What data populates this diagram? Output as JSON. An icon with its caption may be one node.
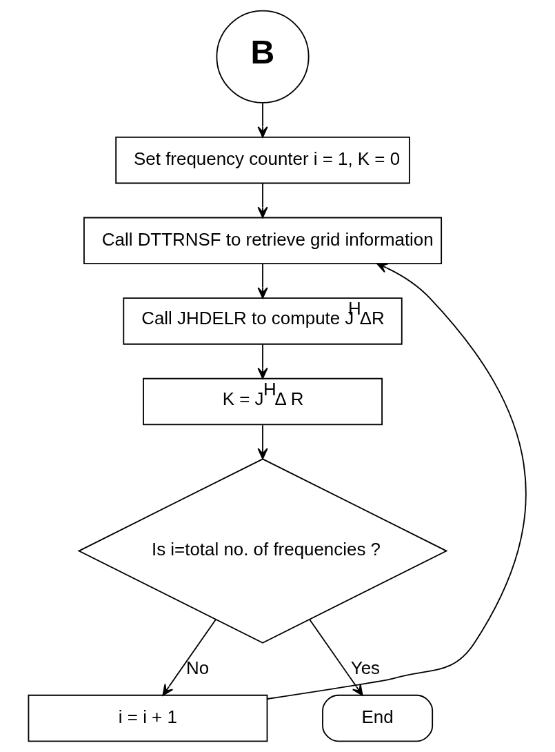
{
  "diagram": {
    "nodes": [
      {
        "text": [
          "B"
        ]
      },
      {
        "text": [
          "Set frequency counter i = 1, K = 0"
        ]
      },
      {
        "text": [
          "Call DTTRNSF to retrieve grid information"
        ]
      },
      {
        "text": [
          "Call JHDELR to compute J$^{H}$ΔR"
        ]
      },
      {
        "text": [
          "K = J$^{H}$Δ R"
        ]
      },
      {
        "text": [
          "Is i=total no. of frequencies ?"
        ]
      },
      {
        "text": [
          "i = i + 1"
        ]
      },
      {
        "text": [
          "End"
        ]
      }
    ],
    "edges": [
      {
        "from": 0,
        "to": 1,
        "arrow": "to"
      },
      {
        "from": 1,
        "to": 2,
        "arrow": "to"
      },
      {
        "from": 2,
        "to": 3,
        "arrow": "to"
      },
      {
        "from": 3,
        "to": 4,
        "arrow": "to"
      },
      {
        "from": 4,
        "to": 5,
        "arrow": "to"
      },
      {
        "from": 5,
        "to": 6,
        "arrow": "to",
        "label": "No"
      },
      {
        "from": 5,
        "to": 7,
        "arrow": "to",
        "label": "Yes"
      },
      {
        "from": 6,
        "to": 2,
        "arrow": "to"
      }
    ]
  }
}
